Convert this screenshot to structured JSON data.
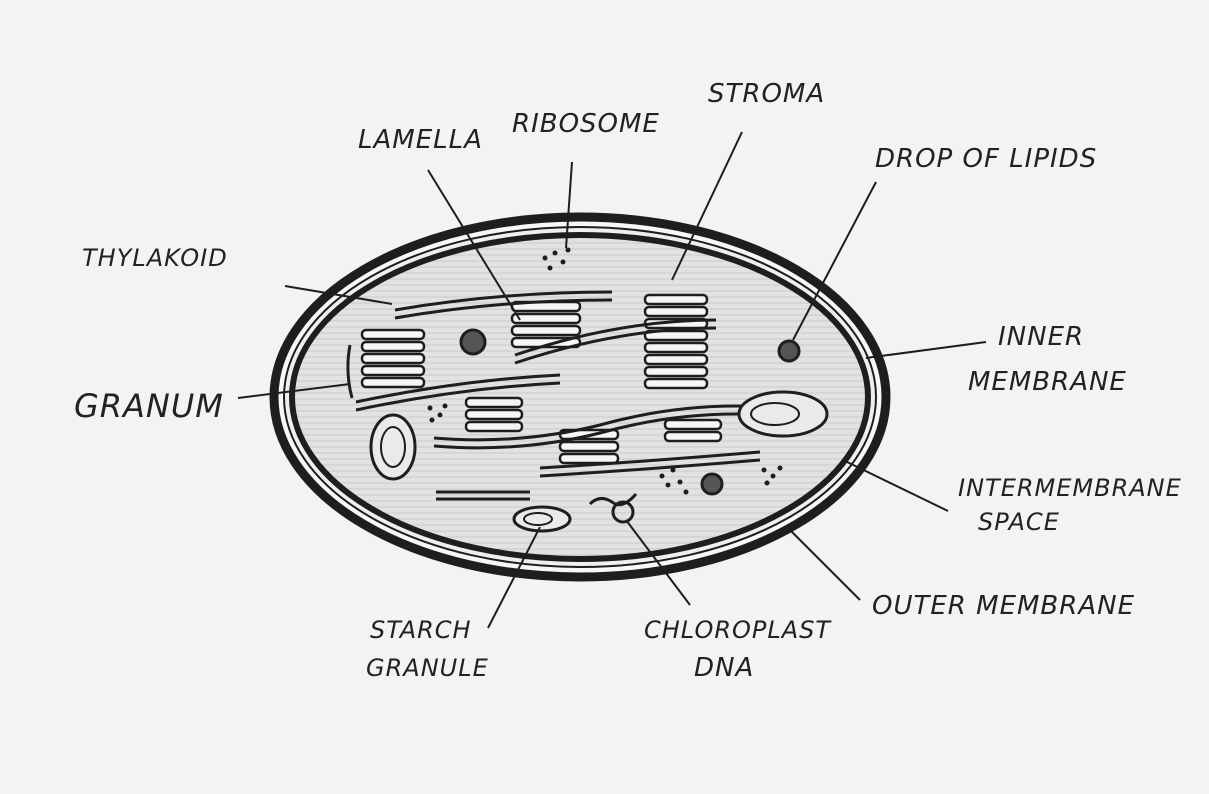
{
  "labels": {
    "lamella": "LAMELLA",
    "ribosome": "RIBOSOME",
    "stroma": "STROMA",
    "drop_of_lipids": "DROP OF LIPIDS",
    "thylakoid": "THYLAKOID",
    "granum": "GRANUM",
    "inner_membrane_1": "INNER",
    "inner_membrane_2": "MEMBRANE",
    "intermembrane_1": "INTERMEMBRANE",
    "intermembrane_2": "SPACE",
    "outer_membrane": "OUTER MEMBRANE",
    "starch_1": "STARCH",
    "starch_2": "GRANULE",
    "dna_1": "CHLOROPLAST",
    "dna_2": "DNA"
  },
  "colors": {
    "ink": "#1e1e1e",
    "paper": "#f3f3f3",
    "stroma_fill": "#dcdcdc"
  }
}
